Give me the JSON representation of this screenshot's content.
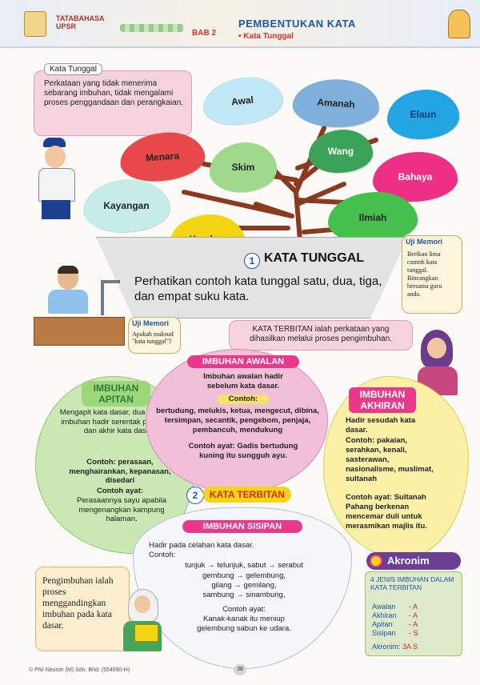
{
  "header": {
    "badge": "TATABAHASA UPSR",
    "bab": "BAB 2",
    "title": "PEMBENTUKAN KATA",
    "subtitle": "• Kata Tunggal"
  },
  "kata_tunggal_box": {
    "label": "Kata Tunggal",
    "text": "Perkataan yang tidak menerima sebarang imbuhan, tidak mengalami proses penggandaan dan perangkaian."
  },
  "leaves": [
    "Awal",
    "Amanah",
    "Elaun",
    "Menara",
    "Skim",
    "Wang",
    "Bahaya",
    "Kayangan",
    "Ilmiah",
    "Kembar"
  ],
  "pot": {
    "number": "1",
    "title": "KATA TUNGGAL",
    "text": "Perhatikan contoh kata tunggal satu, dua, tiga, dan empat suku kata."
  },
  "uji_memori_1": {
    "label": "Uji Memori",
    "text": "Berikan lima contoh kata tunggal. Bincangkan bersama guru anda."
  },
  "uji_memori_2": {
    "label": "Uji Memori",
    "text": "Apakah maksud \"kata tunggal\"?"
  },
  "kata_terbitan_box": {
    "text": "KATA TERBITAN ialah perkataan yang dihasilkan melalui proses pengimbuhan."
  },
  "imbuhan_awalan": {
    "title": "IMBUHAN AWALAN",
    "def": "Imbuhan awalan hadir sebelum kata dasar.",
    "contoh_label": "Contoh:",
    "contoh": "bertudung, melukis, ketua, mengecut, dibina, tersimpan, secantik, pengebom, penjaja, pembancuh, mendukung",
    "ayat": "Contoh ayat: Gadis bertudung kuning itu sungguh ayu."
  },
  "imbuhan_apitan": {
    "title1": "IMBUHAN",
    "title2": "APITAN",
    "def": "Mengapit kata dasar, dua bahagian imbuhan hadir serentak pada awal dan akhir kata dasar.",
    "contoh": "Contoh: perasaan, menghairankan, kepanasan, disedari",
    "ayat_label": "Contoh ayat:",
    "ayat": "Perasaannya sayu apabila mengenangkan kampung halaman."
  },
  "imbuhan_akhiran": {
    "title1": "IMBUHAN",
    "title2": "AKHIRAN",
    "def": "Hadir sesudah kata dasar.",
    "contoh": "Contoh: pakaian, serahkan, kenali, sasterawan, nasionalisme, muslimat, sultanah",
    "ayat": "Contoh ayat: Sultanah Pahang berkenan mencemar duli untuk merasmikan majlis itu."
  },
  "kata_terbitan_badge": {
    "number": "2",
    "title": "KATA TERBITAN"
  },
  "imbuhan_sisipan": {
    "title": "IMBUHAN SISIPAN",
    "def": "Hadir pada celahan kata dasar.",
    "contoh_label": "Contoh:",
    "row1": "tunjuk → telunjuk, sabut → serabut",
    "row2": "gembung → gelembung,",
    "row3": "gilang → gemilang,",
    "row4": "sambung → sinambung,",
    "ayat_label": "Contoh ayat:",
    "ayat": "Kanak-kanak itu meniup gelembung sabun ke udara."
  },
  "pengimbuhan_box": {
    "text": "Pengimbuhan ialah proses menggandingkan imbuhan pada kata dasar."
  },
  "akronim": {
    "title": "Akronim",
    "heading": "4 JENIS IMBUHAN DALAM KATA TERBITAN",
    "rows": [
      {
        "label": "Awalan",
        "val": "- A"
      },
      {
        "label": "Akhiran",
        "val": "- A"
      },
      {
        "label": "Apitan",
        "val": "- A"
      },
      {
        "label": "Sisipan",
        "val": "- S"
      }
    ],
    "footer_label": "Akronim:",
    "footer_val": "3A S"
  },
  "footer": {
    "publisher": "© PNI Neuron (M) Sdn. Bhd. (554690-H)",
    "page": "38"
  },
  "colors": {
    "accent_blue": "#1d57a7",
    "pink": "#e8398b",
    "green": "#3aa357",
    "yellow": "#f4d514"
  }
}
